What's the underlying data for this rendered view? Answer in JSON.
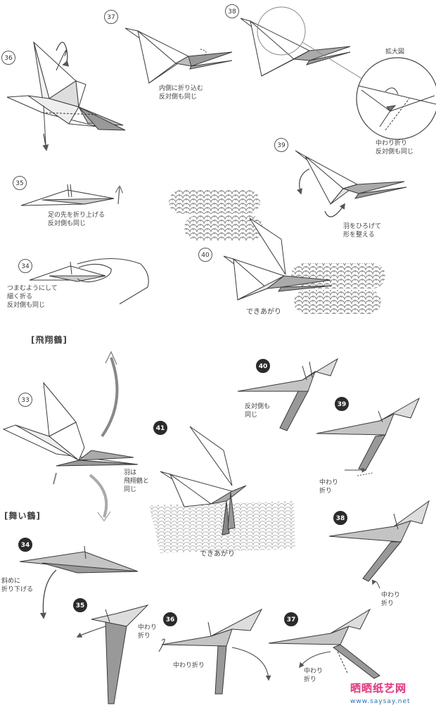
{
  "sections": {
    "hishou": "[飛翔鶴]",
    "mai": "[舞い鶴]"
  },
  "steps": {
    "s36_top": "36",
    "s37_top": "37",
    "s38_top": "38",
    "s39_top": "39",
    "s40_top": "40",
    "s35_top": "35",
    "s34_top": "34",
    "s33": "33",
    "s40_b": "40",
    "s39_b": "39",
    "s41": "41",
    "s38_b": "38",
    "s34_b": "34",
    "s35_b": "35",
    "s36_b": "36",
    "s37_b": "37"
  },
  "labels": {
    "l37": "内側に折り込む\n反対側も同じ",
    "l_zoom": "拡大図",
    "l38": "中わり折り\n反対側も同じ",
    "l39": "羽をひろげて\n形を整える",
    "l35": "足の先を折り上げる\n反対側も同じ",
    "l34": "つまむようにして\n細く折る\n反対側も同じ",
    "l_done1": "できあがり",
    "l40b": "反対側も\n同じ",
    "l41": "羽は\n飛翔鶴と\n同じ",
    "l39b": "中わり\n折り",
    "l38b": "中わり\n折り",
    "l_done2": "できあがり",
    "l34b": "斜めに\n折り下げる",
    "l35b": "中わり\n折り",
    "l36b": "中わり折り",
    "l37b": "中わり\n折り"
  },
  "watermark": {
    "title": "晒晒纸艺网",
    "url": "www.saysay.net"
  },
  "colors": {
    "paper": "#ffffff",
    "line": "#3a3a3a",
    "shade": "#a8a8a8",
    "pattern": "#9a9a9a",
    "wm_pink": "#e6337a",
    "wm_blue": "#2c6fb6"
  }
}
